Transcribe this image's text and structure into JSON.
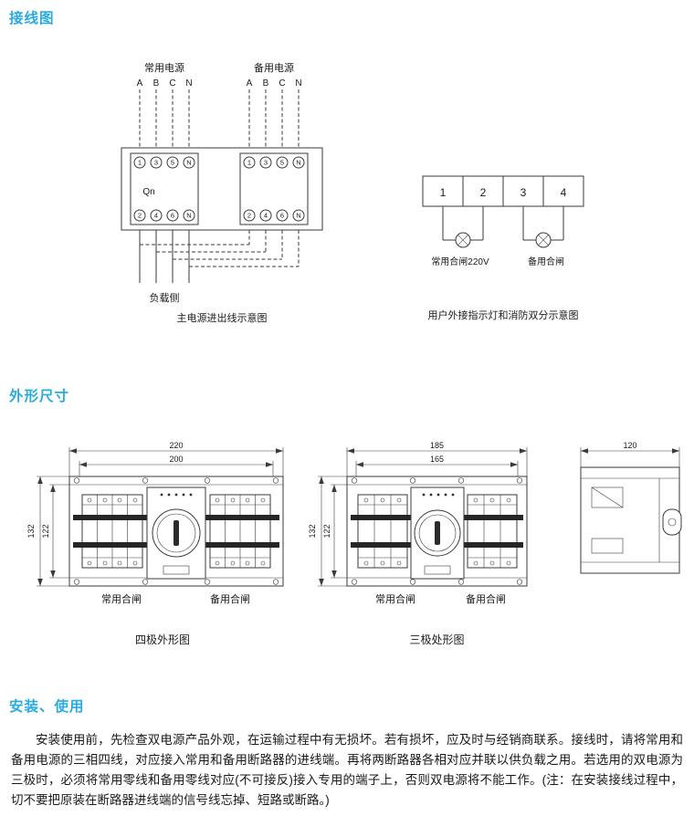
{
  "accent": "#29abe2",
  "wiring": {
    "title": "接线图",
    "phases": [
      "A",
      "B",
      "C",
      "N"
    ],
    "main": {
      "normal_power": "常用电源",
      "backup_power": "备用电源",
      "qn": "Qn",
      "top_terminals": [
        "1",
        "3",
        "5",
        "N"
      ],
      "bottom_terminals": [
        "2",
        "4",
        "6",
        "N"
      ],
      "load_side": "负载侧",
      "caption": "主电源进出线示意图"
    },
    "indicator": {
      "terminals": [
        "1",
        "2",
        "3",
        "4"
      ],
      "normal_label": "常用合闸220V",
      "backup_label": "备用合闸",
      "caption": "用户外接指示灯和消防双分示意图"
    }
  },
  "dimensions": {
    "title": "外形尺寸",
    "four_pole": {
      "outer_width": "220",
      "inner_width": "200",
      "outer_height": "132",
      "inner_height": "122",
      "normal_label": "常用合闸",
      "backup_label": "备用合闸",
      "caption": "四极外形图"
    },
    "three_pole": {
      "outer_width": "185",
      "inner_width": "165",
      "outer_height": "132",
      "inner_height": "122",
      "normal_label": "常用合闸",
      "backup_label": "备用合闸",
      "caption": "三极处形图"
    },
    "side_view": {
      "width": "120"
    }
  },
  "installation": {
    "title": "安装、使用",
    "body": "安装使用前，先检查双电源产品外观，在运输过程中有无损坏。若有损坏，应及时与经销商联系。接线时，请将常用和备用电源的三相四线，对应接入常用和备用断路器的进线端。再将两断路器各相对应并联以供负载之用。若选用的双电源为三极时，必须将常用零线和备用零线对应(不可接反)接入专用的端子上，否则双电源将不能工作。(注：在安装接线过程中，切不要把原装在断路器进线端的信号线忘掉、短路或断路。)"
  }
}
